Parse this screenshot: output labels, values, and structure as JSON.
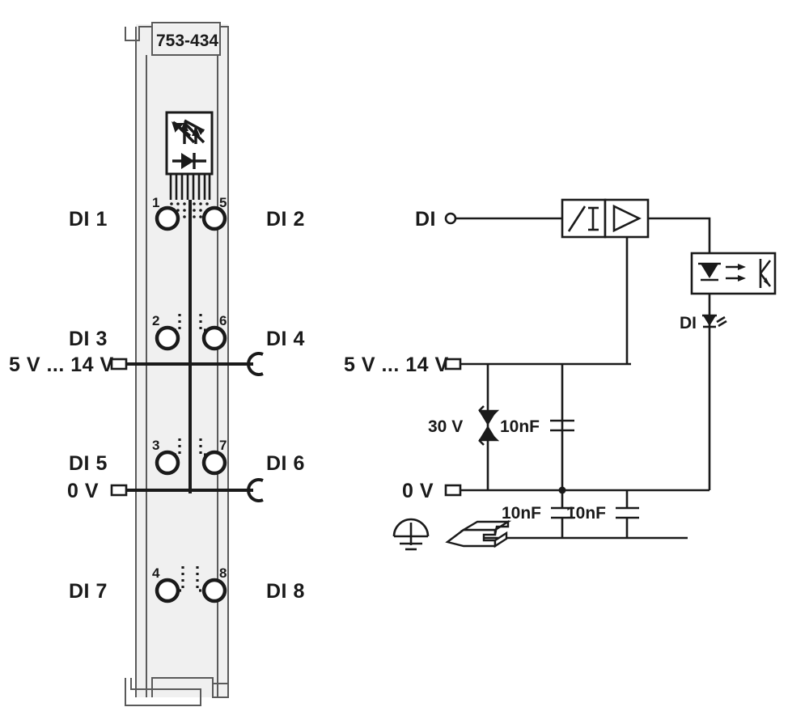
{
  "diagram": {
    "title": "753-434 Digital Input Module Wiring and Internal Circuit Diagram",
    "part_number": "753-434",
    "colors": {
      "line": "#1a1a1a",
      "module_body": "#f0f0f0",
      "module_outline": "#5a5a5a",
      "background": "#ffffff"
    }
  },
  "module": {
    "part_label": "753-434",
    "channel_labels_left": [
      {
        "id": "di1",
        "text": "DI 1"
      },
      {
        "id": "di3",
        "text": "DI 3"
      },
      {
        "id": "di5",
        "text": "DI 5"
      },
      {
        "id": "di7",
        "text": "DI 7"
      }
    ],
    "channel_labels_right": [
      {
        "id": "di2",
        "text": "DI 2"
      },
      {
        "id": "di4",
        "text": "DI 4"
      },
      {
        "id": "di6",
        "text": "DI 6"
      },
      {
        "id": "di8",
        "text": "DI 8"
      }
    ],
    "supply_labels": [
      {
        "id": "supply-voltage",
        "text": "5 V ... 14 V"
      },
      {
        "id": "ground",
        "text": "0 V"
      }
    ],
    "terminal_numbers": [
      {
        "id": "t1",
        "text": "1"
      },
      {
        "id": "t5",
        "text": "5"
      },
      {
        "id": "t2",
        "text": "2"
      },
      {
        "id": "t6",
        "text": "6"
      },
      {
        "id": "t3",
        "text": "3"
      },
      {
        "id": "t7",
        "text": "7"
      },
      {
        "id": "t4",
        "text": "4"
      },
      {
        "id": "t8",
        "text": "8"
      }
    ],
    "status_indicator": "led-display-block-icon"
  },
  "circuit": {
    "input_label": "DI",
    "supply_label": "5 V ... 14 V",
    "ground_label": "0 V",
    "suppressor_label": "30 V",
    "capacitors": [
      {
        "id": "cap-supply",
        "label": "10nF"
      },
      {
        "id": "cap-gnd-left",
        "label": "10nF"
      },
      {
        "id": "cap-gnd-right",
        "label": "10nF"
      }
    ],
    "led_label": "DI",
    "blocks": [
      {
        "id": "schmitt-trigger",
        "icon": "schmitt-trigger-icon"
      },
      {
        "id": "amplifier",
        "icon": "amplifier-triangle-icon"
      },
      {
        "id": "optocoupler",
        "icon": "optocoupler-icon"
      }
    ],
    "ground_symbols": [
      {
        "id": "earth-ground",
        "icon": "earth-ground-icon"
      },
      {
        "id": "din-rail",
        "icon": "din-rail-icon"
      }
    ]
  }
}
